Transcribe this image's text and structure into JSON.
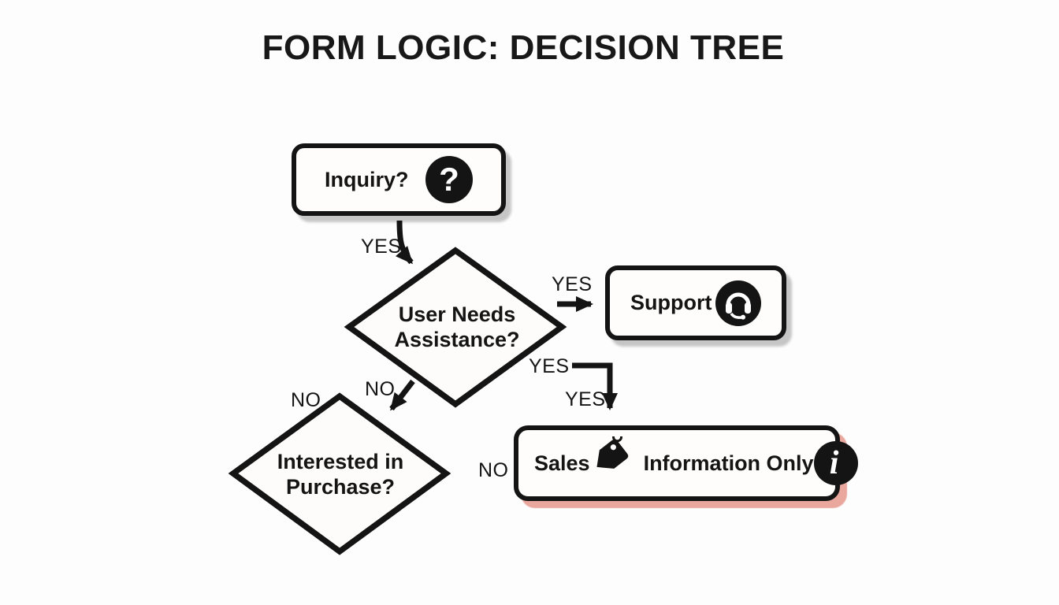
{
  "title": "FORM LOGIC: DECISION TREE",
  "nodes": {
    "inquiry": {
      "label": "Inquiry?",
      "icon": "question-mark"
    },
    "needs_assistance": {
      "label": "User Needs Assistance?"
    },
    "support": {
      "label": "Support",
      "icon": "headset"
    },
    "interested_purchase": {
      "label": "Interested in Purchase?"
    },
    "sales": {
      "label": "Sales",
      "icon": "price-tag"
    },
    "information_only": {
      "label": "Information Only",
      "icon": "info"
    }
  },
  "icons": {
    "question_mark_glyph": "?",
    "info_glyph": "i"
  },
  "edge_labels": {
    "inquiry_to_assistance": "YES",
    "assistance_to_support": "YES",
    "assistance_to_sales_outer": "YES",
    "assistance_to_sales_inner": "YES",
    "assistance_to_purchase": "NO",
    "purchase_outer": "NO",
    "sales_side": "NO"
  },
  "diagram": {
    "type": "decision-tree",
    "edges": [
      {
        "from": "Inquiry?",
        "to": "User Needs Assistance?",
        "label": "YES"
      },
      {
        "from": "User Needs Assistance?",
        "to": "Support",
        "label": "YES"
      },
      {
        "from": "User Needs Assistance?",
        "to": "Sales / Information Only",
        "label": "YES"
      },
      {
        "from": "User Needs Assistance?",
        "to": "Interested in Purchase?",
        "label": "NO"
      }
    ]
  },
  "colors": {
    "background": "#fdfdfd",
    "ink": "#141414",
    "node_fill": "#fefdfb",
    "shadow_gray": "rgba(0,0,0,0.22)",
    "shadow_salmon": "#e9a79d"
  }
}
